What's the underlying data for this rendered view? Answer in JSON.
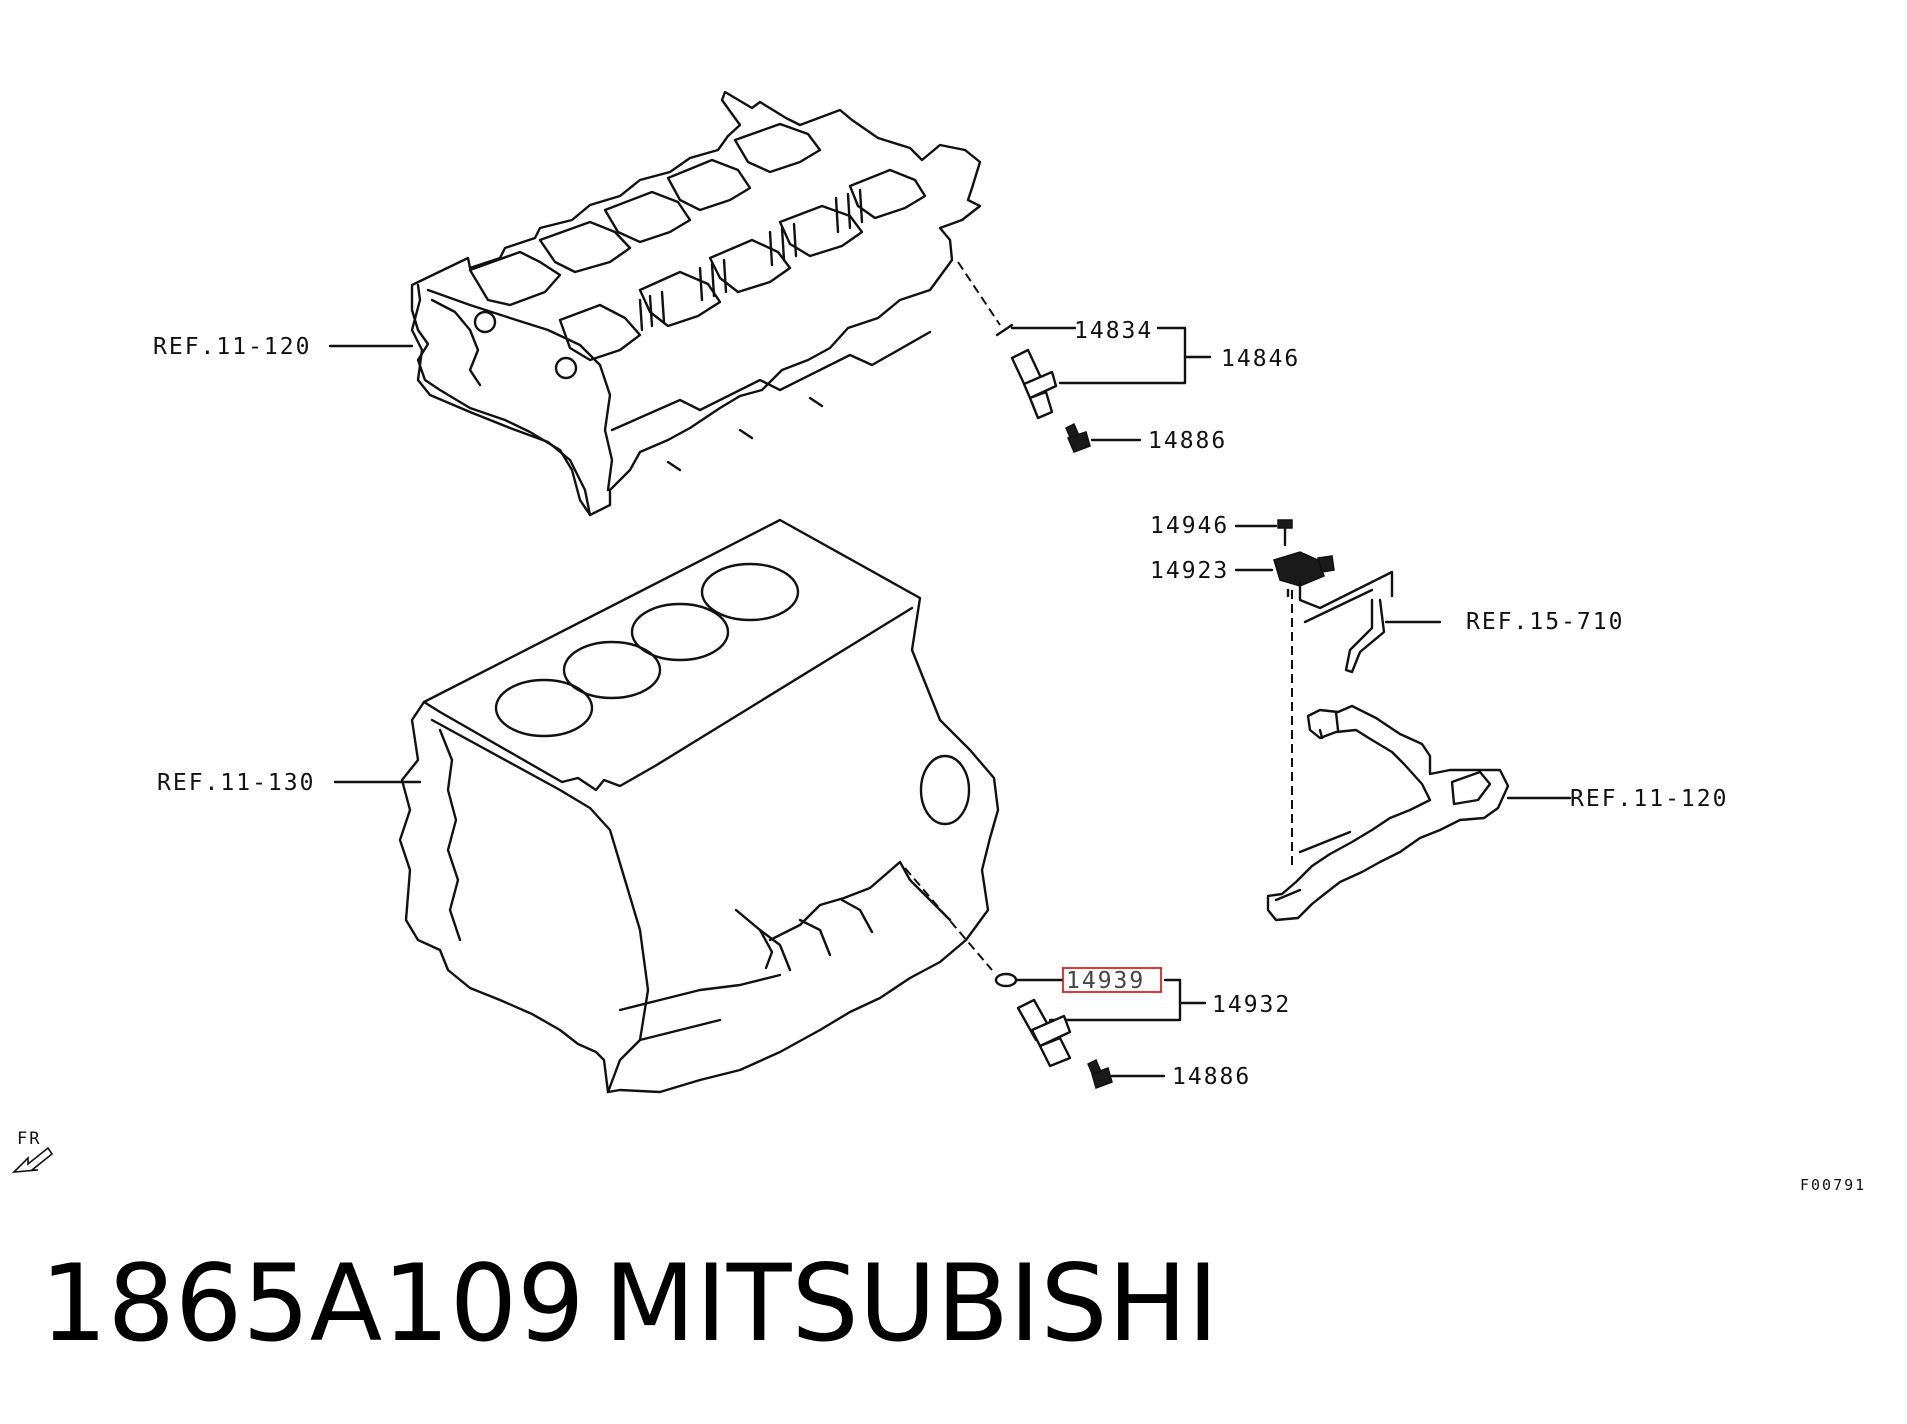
{
  "labels": {
    "ref_head": "REF.11-120",
    "ref_block": "REF.11-130",
    "ref_hose": "REF.15-710",
    "ref_bracket": "REF.11-120",
    "p14834": "14834",
    "p14846": "14846",
    "p14886_top": "14886",
    "p14946": "14946",
    "p14923": "14923",
    "p14939": "14939",
    "p14932": "14932",
    "p14886_bottom": "14886",
    "front": "FR",
    "figure_code": "F00791"
  },
  "highlight": {
    "part": "14939",
    "color": "#e02020"
  },
  "caption": {
    "part_number": "1865A109",
    "brand": "MITSUBISHI"
  }
}
